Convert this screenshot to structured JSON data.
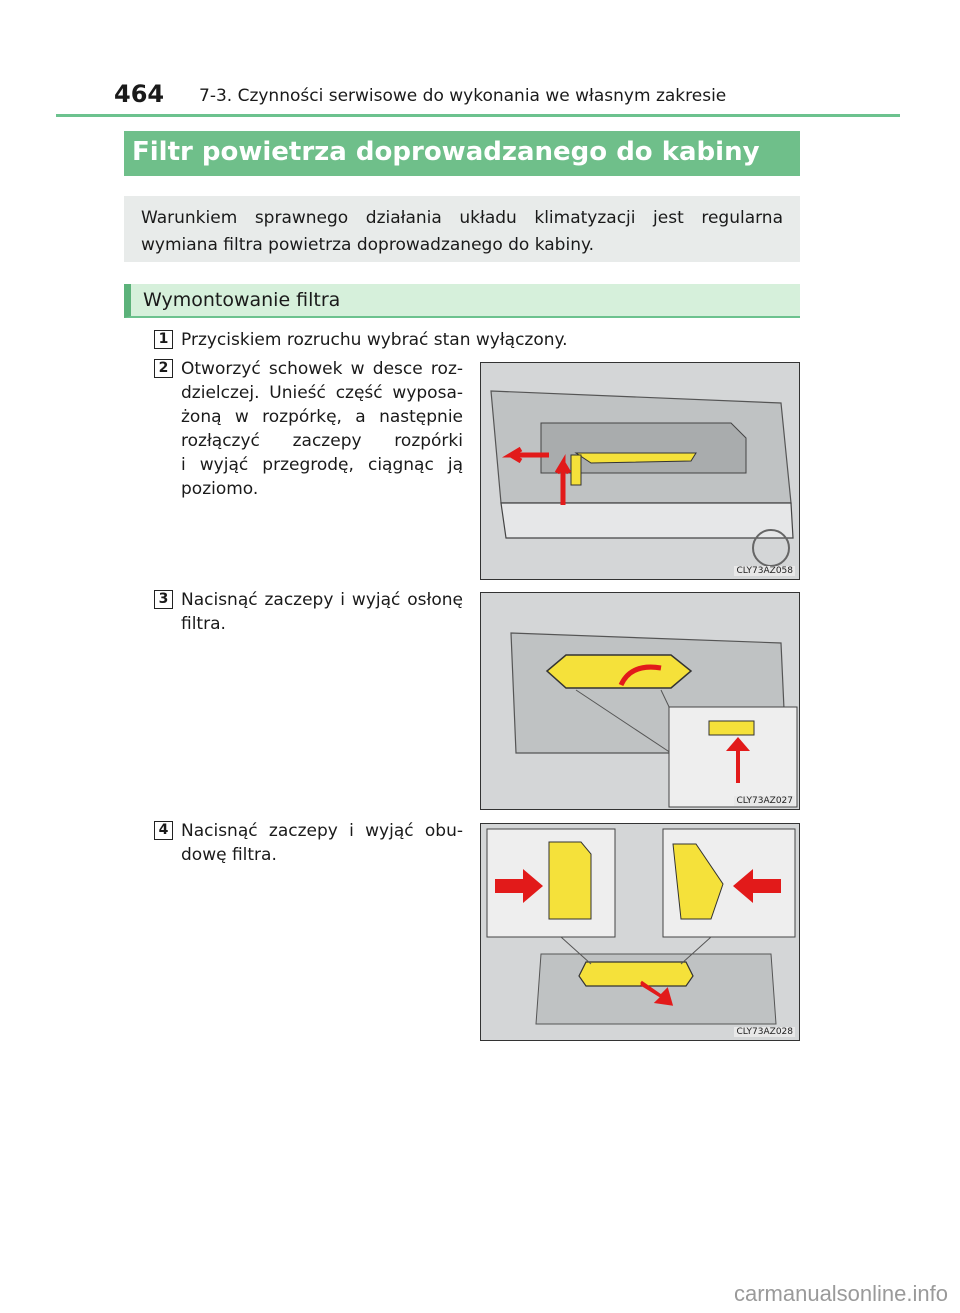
{
  "header": {
    "page_number": "464",
    "section": "7-3. Czynności serwisowe do wykonania we własnym zakresie"
  },
  "banner": {
    "title": "Filtr powietrza doprowadzanego do kabiny"
  },
  "intro": {
    "text": "Warunkiem sprawnego działania układu klimatyzacji jest regularna wymiana filtra powietrza doprowadzanego do kabiny."
  },
  "subheading": {
    "title": "Wymontowanie filtra"
  },
  "steps": [
    {
      "number": "1",
      "text": "Przyciskiem rozruchu wybrać stan wyłączony."
    },
    {
      "number": "2",
      "lines": [
        "Otworzyć schowek w desce roz-",
        "dzielczej. Unieść część wyposa-",
        "żoną w rozpórkę, a następnie",
        "rozłączyć zaczepy rozpórki",
        "i wyjąć przegrodę, ciągnąc ją",
        "poziomo."
      ],
      "figure_code": "CLY73AZ058"
    },
    {
      "number": "3",
      "lines": [
        "Nacisnąć zaczepy i wyjąć osłonę",
        "filtra."
      ],
      "figure_code": "CLY73AZ027"
    },
    {
      "number": "4",
      "lines": [
        "Nacisnąć zaczepy i wyjąć obu-",
        "dowę filtra."
      ],
      "figure_code": "CLY73AZ028"
    }
  ],
  "colors": {
    "accent_green": "#6fbf8a",
    "highlight_yellow": "#f5e13a",
    "arrow_red": "#e21a1a"
  },
  "watermark": "carmanualsonline.info"
}
